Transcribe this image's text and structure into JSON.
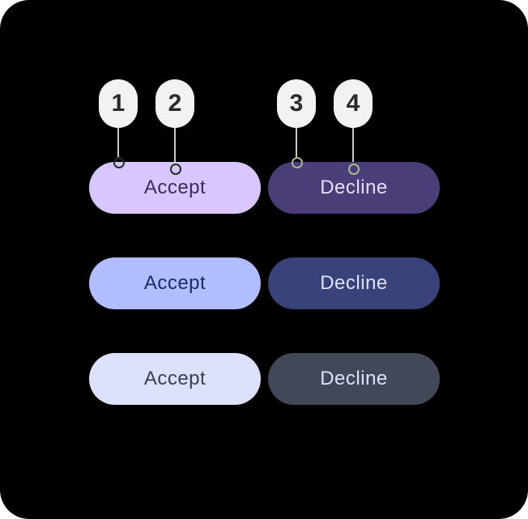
{
  "callouts": [
    "1",
    "2",
    "3",
    "4"
  ],
  "rows": [
    {
      "accept": {
        "label": "Accept",
        "bg": "#d8c6fe",
        "fg": "#3b2a63"
      },
      "decline": {
        "label": "Decline",
        "bg": "#4b3d77",
        "fg": "#e8dcff"
      }
    },
    {
      "accept": {
        "label": "Accept",
        "bg": "#b1bdfe",
        "fg": "#1c2a6b"
      },
      "decline": {
        "label": "Decline",
        "bg": "#394379",
        "fg": "#dde2ff"
      }
    },
    {
      "accept": {
        "label": "Accept",
        "bg": "#dde1fb",
        "fg": "#3a3f52"
      },
      "decline": {
        "label": "Decline",
        "bg": "#434859",
        "fg": "#dde1fb"
      }
    }
  ]
}
